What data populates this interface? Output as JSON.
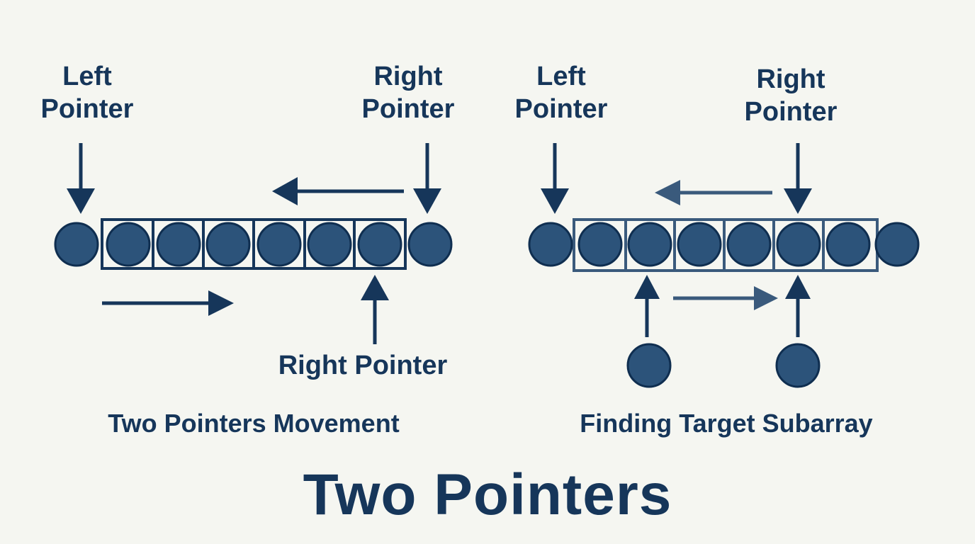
{
  "title": "Two Pointers",
  "colors": {
    "background": "#f5f6f1",
    "ink": "#16365a",
    "node_fill": "#2c537a",
    "node_stroke": "#0f2e50"
  },
  "panels": [
    {
      "caption": "Two Pointers Movement",
      "labels": {
        "left_line1": "Left",
        "left_line2": "Pointer",
        "right_line1": "Right",
        "right_line2": "Pointer",
        "bottom": "Right Pointer"
      },
      "element_count": 8,
      "window_elements": 6
    },
    {
      "caption": "Finding Target Subarray",
      "labels": {
        "left_line1": "Left",
        "left_line2": "Pointer",
        "right_line1": "Right",
        "right_line2": "Pointer"
      },
      "element_count": 8,
      "window_elements": 6,
      "extra_nodes": 2
    }
  ]
}
